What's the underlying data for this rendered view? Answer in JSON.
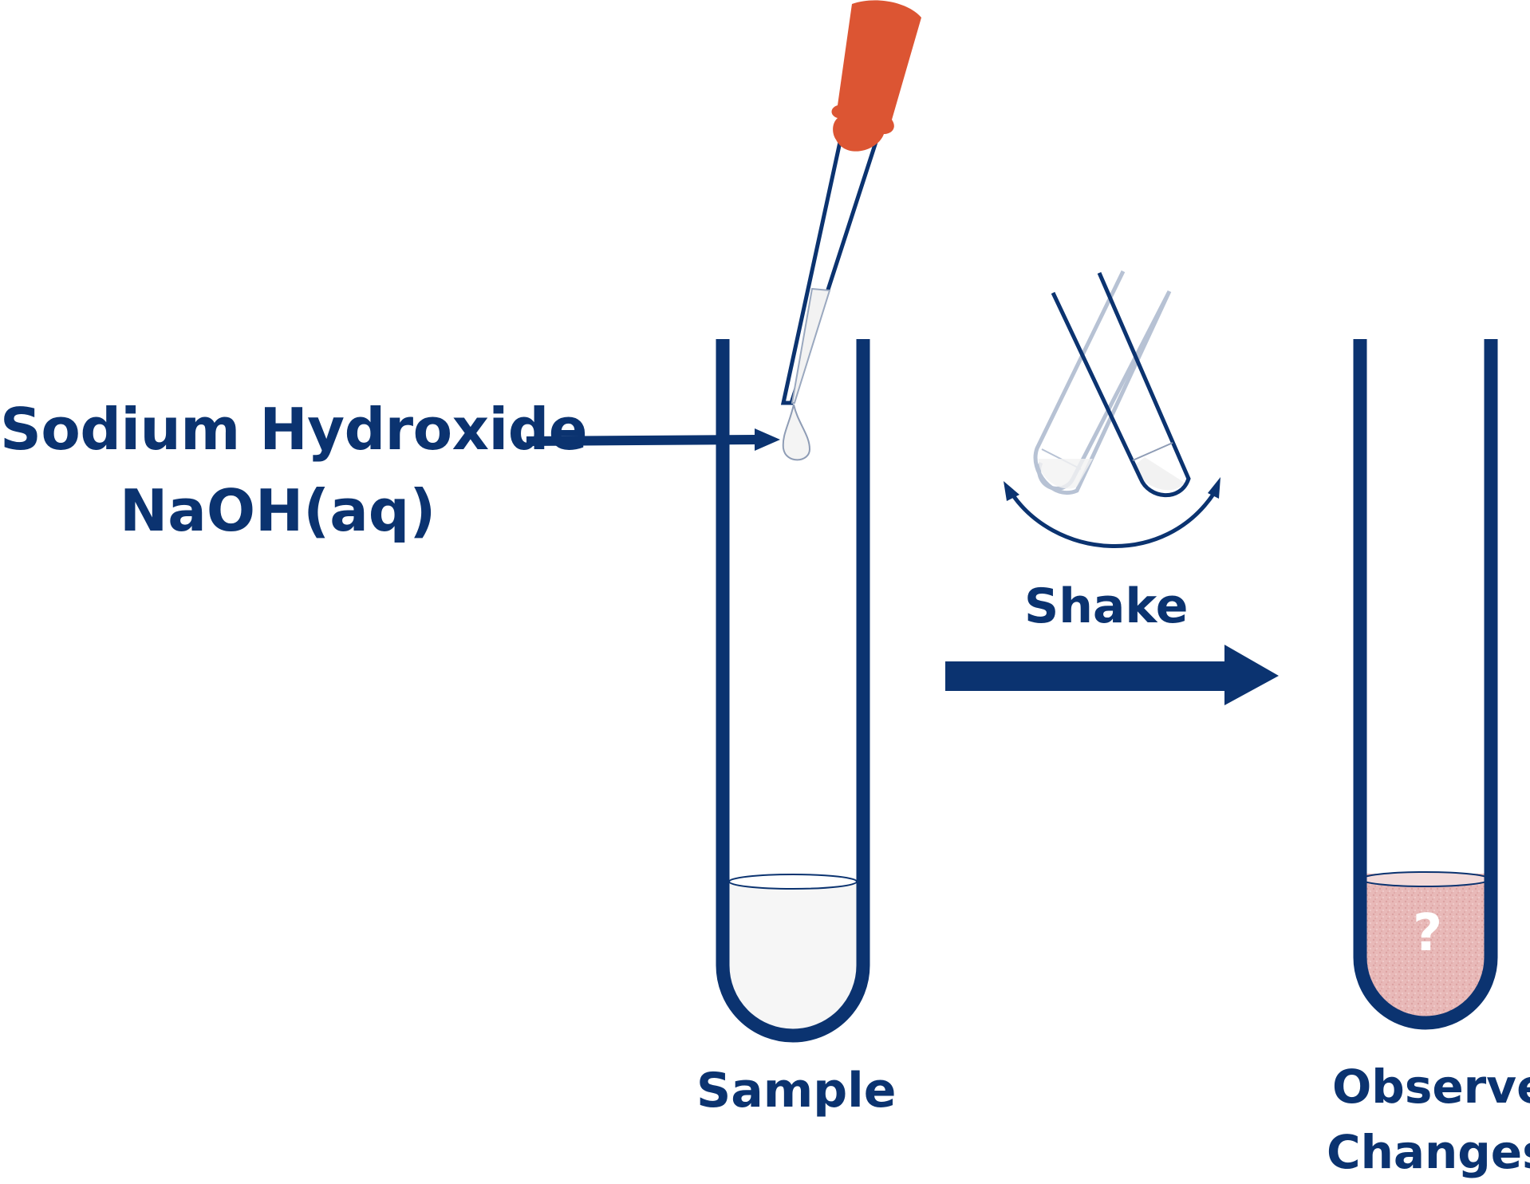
{
  "reagent": {
    "name": "Sodium Hydroxide",
    "formula": "NaOH(aq)"
  },
  "steps": {
    "shake_label": "Shake",
    "sample_label": "Sample",
    "observe_line1": "Observe",
    "observe_line2": "Changes",
    "unknown_mark": "?"
  },
  "colors": {
    "outline": "#0b3370",
    "dropper_bulb": "#dc5533",
    "result_liquid": "#e8b9b8",
    "sample_liquid": "#f6f6f6",
    "ghost_tube": "#b7c2d4"
  }
}
